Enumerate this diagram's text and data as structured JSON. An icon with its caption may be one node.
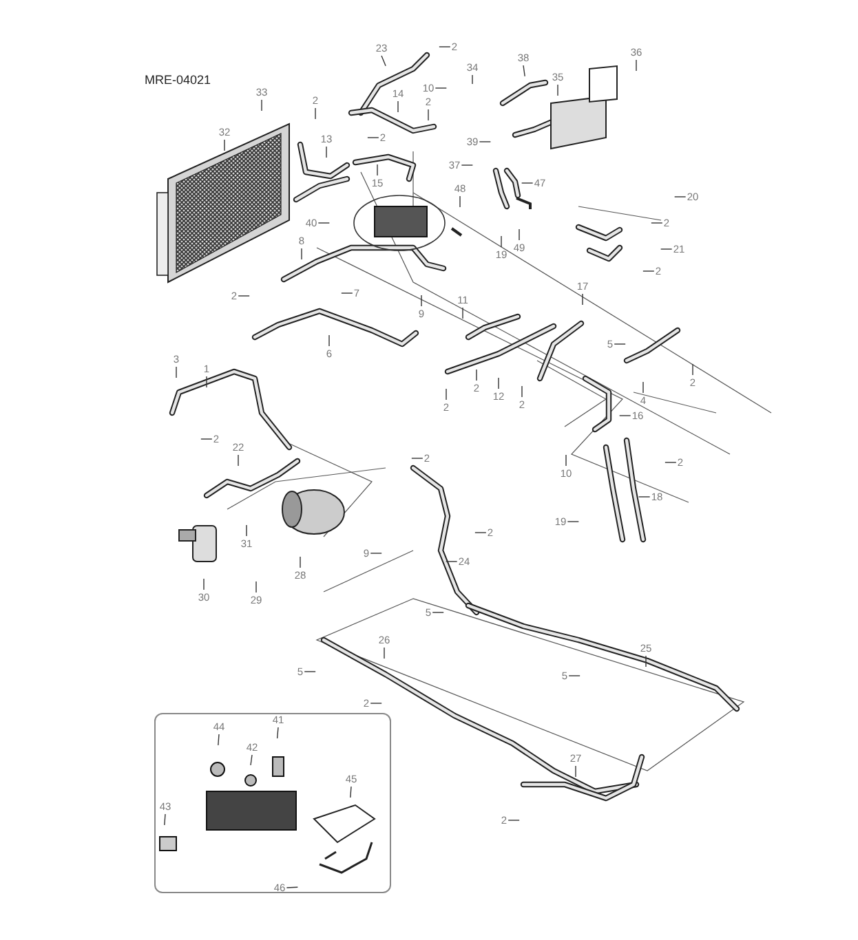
{
  "diagram": {
    "nodes": [
      {
        "text": [
          "23"
        ]
      },
      {
        "text": [
          "2"
        ]
      },
      {
        "text": [
          "34"
        ]
      },
      {
        "text": [
          "38"
        ]
      },
      {
        "text": [
          "35"
        ]
      },
      {
        "text": [
          "36"
        ]
      },
      {
        "text": [
          "10"
        ]
      },
      {
        "text": [
          "33"
        ]
      },
      {
        "text": [
          "2"
        ]
      },
      {
        "text": [
          "14"
        ]
      },
      {
        "text": [
          "2"
        ]
      },
      {
        "text": [
          "32"
        ]
      },
      {
        "text": [
          "13"
        ]
      },
      {
        "text": [
          "2"
        ]
      },
      {
        "text": [
          "39"
        ]
      },
      {
        "text": [
          "37"
        ]
      },
      {
        "text": [
          "15"
        ]
      },
      {
        "text": [
          "48"
        ]
      },
      {
        "text": [
          "47"
        ]
      },
      {
        "text": [
          "40"
        ]
      },
      {
        "text": [
          "20"
        ]
      },
      {
        "text": [
          "2"
        ]
      },
      {
        "text": [
          "21"
        ]
      },
      {
        "text": [
          "19"
        ]
      },
      {
        "text": [
          "49"
        ]
      },
      {
        "text": [
          "2"
        ]
      },
      {
        "text": [
          "8"
        ]
      },
      {
        "text": [
          "2"
        ]
      },
      {
        "text": [
          "7"
        ]
      },
      {
        "text": [
          "9"
        ]
      },
      {
        "text": [
          "6"
        ]
      },
      {
        "text": [
          "11"
        ]
      },
      {
        "text": [
          "17"
        ]
      },
      {
        "text": [
          "5"
        ]
      },
      {
        "text": [
          "3"
        ]
      },
      {
        "text": [
          "1"
        ]
      },
      {
        "text": [
          "2"
        ]
      },
      {
        "text": [
          "2"
        ]
      },
      {
        "text": [
          "12"
        ]
      },
      {
        "text": [
          "2"
        ]
      },
      {
        "text": [
          "2"
        ]
      },
      {
        "text": [
          "4"
        ]
      },
      {
        "text": [
          "16"
        ]
      },
      {
        "text": [
          "2"
        ]
      },
      {
        "text": [
          "22"
        ]
      },
      {
        "text": [
          "2"
        ]
      },
      {
        "text": [
          "2"
        ]
      },
      {
        "text": [
          "10"
        ]
      },
      {
        "text": [
          "18"
        ]
      },
      {
        "text": [
          "2"
        ]
      },
      {
        "text": [
          "19"
        ]
      },
      {
        "text": [
          "31"
        ]
      },
      {
        "text": [
          "28"
        ]
      },
      {
        "text": [
          "9"
        ]
      },
      {
        "text": [
          "24"
        ]
      },
      {
        "text": [
          "30"
        ]
      },
      {
        "text": [
          "29"
        ]
      },
      {
        "text": [
          "5"
        ]
      },
      {
        "text": [
          "26"
        ]
      },
      {
        "text": [
          "25"
        ]
      },
      {
        "text": [
          "5"
        ]
      },
      {
        "text": [
          "5"
        ]
      },
      {
        "text": [
          "2"
        ]
      },
      {
        "text": [
          "27"
        ]
      },
      {
        "text": [
          "2"
        ]
      },
      {
        "text": [],
        "shape": "box"
      },
      {
        "text": [
          "44"
        ],
        "in": 65
      },
      {
        "text": [
          "41"
        ],
        "in": 65
      },
      {
        "text": [
          "42"
        ],
        "in": 65
      },
      {
        "text": [
          "45"
        ],
        "in": 65
      },
      {
        "text": [
          "43"
        ],
        "in": 65
      },
      {
        "text": [
          "46"
        ],
        "in": 65
      }
    ],
    "edges": [
      {
        "from": 0,
        "to": null,
        "arrow": "none"
      },
      {
        "from": 1,
        "to": null,
        "arrow": "none"
      },
      {
        "from": 2,
        "to": null,
        "arrow": "none"
      },
      {
        "from": 3,
        "to": null,
        "arrow": "none"
      },
      {
        "from": 4,
        "to": null,
        "arrow": "none"
      },
      {
        "from": 5,
        "to": null,
        "arrow": "none"
      },
      {
        "from": 6,
        "to": null,
        "arrow": "none"
      },
      {
        "from": 7,
        "to": null,
        "arrow": "none"
      },
      {
        "from": 8,
        "to": null,
        "arrow": "none"
      },
      {
        "from": 9,
        "to": null,
        "arrow": "none"
      },
      {
        "from": 10,
        "to": null,
        "arrow": "none"
      },
      {
        "from": 11,
        "to": null,
        "arrow": "none"
      },
      {
        "from": 12,
        "to": null,
        "arrow": "none"
      },
      {
        "from": 13,
        "to": null,
        "arrow": "none"
      },
      {
        "from": 14,
        "to": null,
        "arrow": "none"
      },
      {
        "from": 15,
        "to": null,
        "arrow": "none"
      },
      {
        "from": 16,
        "to": null,
        "arrow": "none"
      },
      {
        "from": 17,
        "to": null,
        "arrow": "none"
      },
      {
        "from": 18,
        "to": null,
        "arrow": "none"
      },
      {
        "from": 19,
        "to": null,
        "arrow": "none"
      },
      {
        "from": 20,
        "to": null,
        "arrow": "none"
      },
      {
        "from": 21,
        "to": null,
        "arrow": "none"
      },
      {
        "from": 22,
        "to": null,
        "arrow": "none"
      },
      {
        "from": 23,
        "to": null,
        "arrow": "none"
      },
      {
        "from": 24,
        "to": null,
        "arrow": "none"
      },
      {
        "from": 25,
        "to": null,
        "arrow": "none"
      },
      {
        "from": 26,
        "to": null,
        "arrow": "none"
      },
      {
        "from": 27,
        "to": null,
        "arrow": "none"
      },
      {
        "from": 28,
        "to": null,
        "arrow": "none"
      },
      {
        "from": 29,
        "to": null,
        "arrow": "none"
      },
      {
        "from": 30,
        "to": null,
        "arrow": "none"
      },
      {
        "from": 31,
        "to": null,
        "arrow": "none"
      },
      {
        "from": 32,
        "to": null,
        "arrow": "none"
      },
      {
        "from": 33,
        "to": null,
        "arrow": "none"
      },
      {
        "from": 34,
        "to": null,
        "arrow": "none"
      },
      {
        "from": 35,
        "to": null,
        "arrow": "none"
      },
      {
        "from": 36,
        "to": null,
        "arrow": "none"
      },
      {
        "from": 37,
        "to": null,
        "arrow": "none"
      },
      {
        "from": 38,
        "to": null,
        "arrow": "none"
      },
      {
        "from": 39,
        "to": null,
        "arrow": "none"
      },
      {
        "from": 40,
        "to": null,
        "arrow": "none"
      },
      {
        "from": 41,
        "to": null,
        "arrow": "none"
      },
      {
        "from": 42,
        "to": null,
        "arrow": "none"
      },
      {
        "from": 43,
        "to": null,
        "arrow": "none"
      },
      {
        "from": 44,
        "to": null,
        "arrow": "none"
      },
      {
        "from": 45,
        "to": null,
        "arrow": "none"
      },
      {
        "from": 46,
        "to": null,
        "arrow": "none"
      },
      {
        "from": 47,
        "to": null,
        "arrow": "none"
      },
      {
        "from": 48,
        "to": null,
        "arrow": "none"
      },
      {
        "from": 49,
        "to": null,
        "arrow": "none"
      },
      {
        "from": 50,
        "to": null,
        "arrow": "none"
      },
      {
        "from": 51,
        "to": null,
        "arrow": "none"
      },
      {
        "from": 52,
        "to": null,
        "arrow": "none"
      },
      {
        "from": 53,
        "to": null,
        "arrow": "none"
      },
      {
        "from": 54,
        "to": null,
        "arrow": "none"
      },
      {
        "from": 55,
        "to": null,
        "arrow": "none"
      },
      {
        "from": 56,
        "to": null,
        "arrow": "none"
      },
      {
        "from": 57,
        "to": null,
        "arrow": "none"
      },
      {
        "from": 58,
        "to": null,
        "arrow": "none"
      },
      {
        "from": 59,
        "to": null,
        "arrow": "none"
      },
      {
        "from": 60,
        "to": null,
        "arrow": "none"
      },
      {
        "from": 61,
        "to": null,
        "arrow": "none"
      },
      {
        "from": 62,
        "to": null,
        "arrow": "none"
      },
      {
        "from": 63,
        "to": null,
        "arrow": "none"
      },
      {
        "from": 64,
        "to": null,
        "arrow": "none"
      },
      {
        "from": 66,
        "to": null,
        "arrow": "none"
      },
      {
        "from": 67,
        "to": null,
        "arrow": "none"
      },
      {
        "from": 68,
        "to": null,
        "arrow": "none"
      },
      {
        "from": 69,
        "to": null,
        "arrow": "none"
      },
      {
        "from": 70,
        "to": null,
        "arrow": "none"
      },
      {
        "from": 71,
        "to": null,
        "arrow": "none"
      }
    ],
    "labels": [
      "MRE-04021"
    ]
  }
}
